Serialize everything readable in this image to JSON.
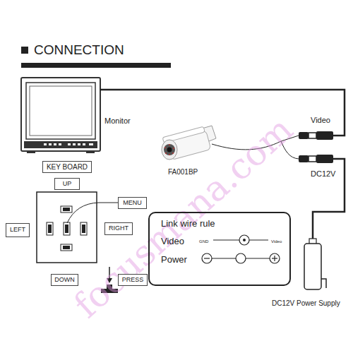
{
  "diagram": {
    "title": "CONNECTION",
    "nodes": [
      {
        "text": [
          "KEY BOARD"
        ]
      },
      {
        "text": [
          "UP"
        ]
      },
      {
        "text": [
          "MENU"
        ]
      },
      {
        "text": [
          "LEFT"
        ]
      },
      {
        "text": [
          "RIGHT"
        ]
      },
      {
        "text": [
          "DOWN"
        ]
      },
      {
        "text": [
          "PRESS"
        ]
      },
      {
        "text": [
          "Link wire rule",
          "Video",
          "GND",
          "Video",
          "Power"
        ]
      }
    ],
    "labels": [
      "Monitor",
      "Video",
      "DC12V",
      "FA001BP",
      "DC12V Power Supply",
      "focusmana.com"
    ]
  }
}
